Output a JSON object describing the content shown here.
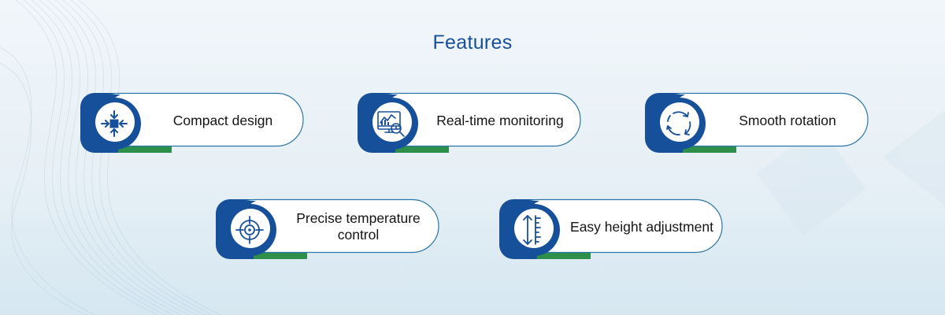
{
  "title": "Features",
  "colors": {
    "accent": "#17509a",
    "pill_border": "#2b76a8",
    "green_accent": "#2e8f4a"
  },
  "features": [
    {
      "label": "Compact design",
      "icon": "compact-design-icon"
    },
    {
      "label": "Real-time monitoring",
      "icon": "monitoring-chart-icon"
    },
    {
      "label": "Smooth rotation",
      "icon": "rotation-icon"
    },
    {
      "label": "Precise temperature control",
      "icon": "target-crosshair-icon"
    },
    {
      "label": "Easy height adjustment",
      "icon": "height-ruler-icon"
    }
  ]
}
